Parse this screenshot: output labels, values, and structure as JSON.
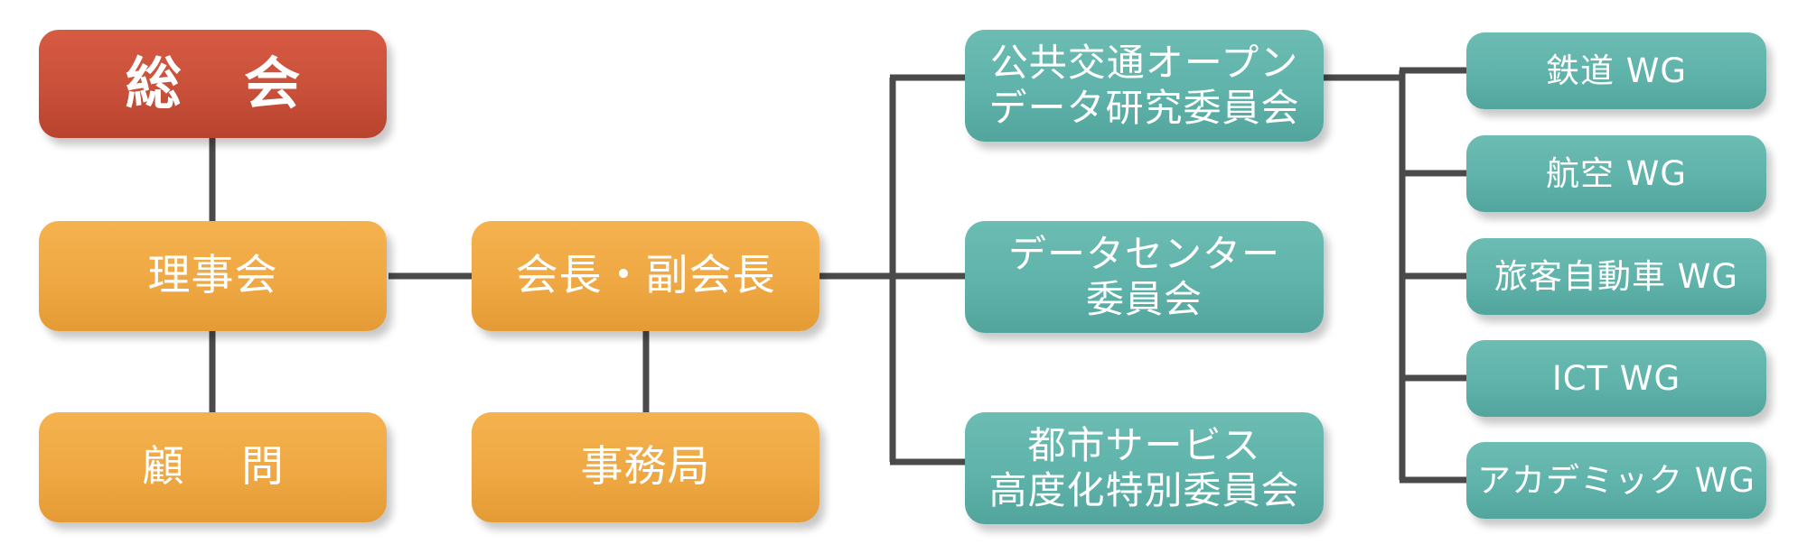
{
  "org": {
    "general_assembly": "総 会",
    "board": "理事会",
    "advisor": "顧 問",
    "president": "会長・副会長",
    "secretariat": "事務局"
  },
  "committees": [
    {
      "line1": "公共交通オープン",
      "line2": "データ研究委員会"
    },
    {
      "line1": "データセンター",
      "line2": "委員会"
    },
    {
      "line1": "都市サービス",
      "line2": "高度化特別委員会"
    }
  ],
  "working_groups": [
    "鉄道 WG",
    "航空 WG",
    "旅客自動車 WG",
    "ICT WG",
    "アカデミック WG"
  ],
  "colors": {
    "assembly": "#c9503a",
    "governance": "#efa843",
    "committee": "#5fb3aa",
    "connector": "#4a4a4a"
  }
}
